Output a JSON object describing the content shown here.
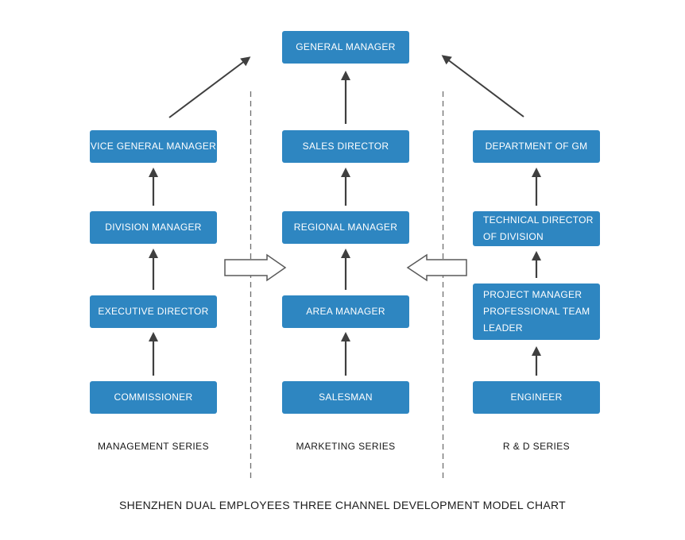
{
  "diagram": {
    "title": "SHENZHEN DUAL EMPLOYEES THREE CHANNEL DEVELOPMENT MODEL CHART",
    "top_box": {
      "label": "GENERAL MANAGER"
    },
    "columns": [
      {
        "series_label": "MANAGEMENT SERIES",
        "boxes": [
          {
            "label": "VICE GENERAL MANAGER"
          },
          {
            "label": "DIVISION MANAGER"
          },
          {
            "label": "EXECUTIVE DIRECTOR"
          },
          {
            "label": "COMMISSIONER"
          }
        ]
      },
      {
        "series_label": "MARKETING SERIES",
        "boxes": [
          {
            "label": "SALES DIRECTOR"
          },
          {
            "label": "REGIONAL MANAGER"
          },
          {
            "label": "AREA MANAGER"
          },
          {
            "label": "SALESMAN"
          }
        ]
      },
      {
        "series_label": "R & D SERIES",
        "boxes": [
          {
            "label": "DEPARTMENT OF GM"
          },
          {
            "label": "TECHNICAL DIRECTOR\nOF DIVISION"
          },
          {
            "label": "PROJECT MANAGER\nPROFESSIONAL TEAM\nLEADER"
          },
          {
            "label": "ENGINEER"
          }
        ]
      }
    ],
    "colors": {
      "box_fill": "#2E86C1",
      "box_text": "#FFFFFF",
      "arrow": "#3F3F3F",
      "dashed_line": "#6E6E6E",
      "block_arrow_fill": "#FFFFFF",
      "block_arrow_stroke": "#595959",
      "title_text": "#1C1C1C"
    }
  }
}
